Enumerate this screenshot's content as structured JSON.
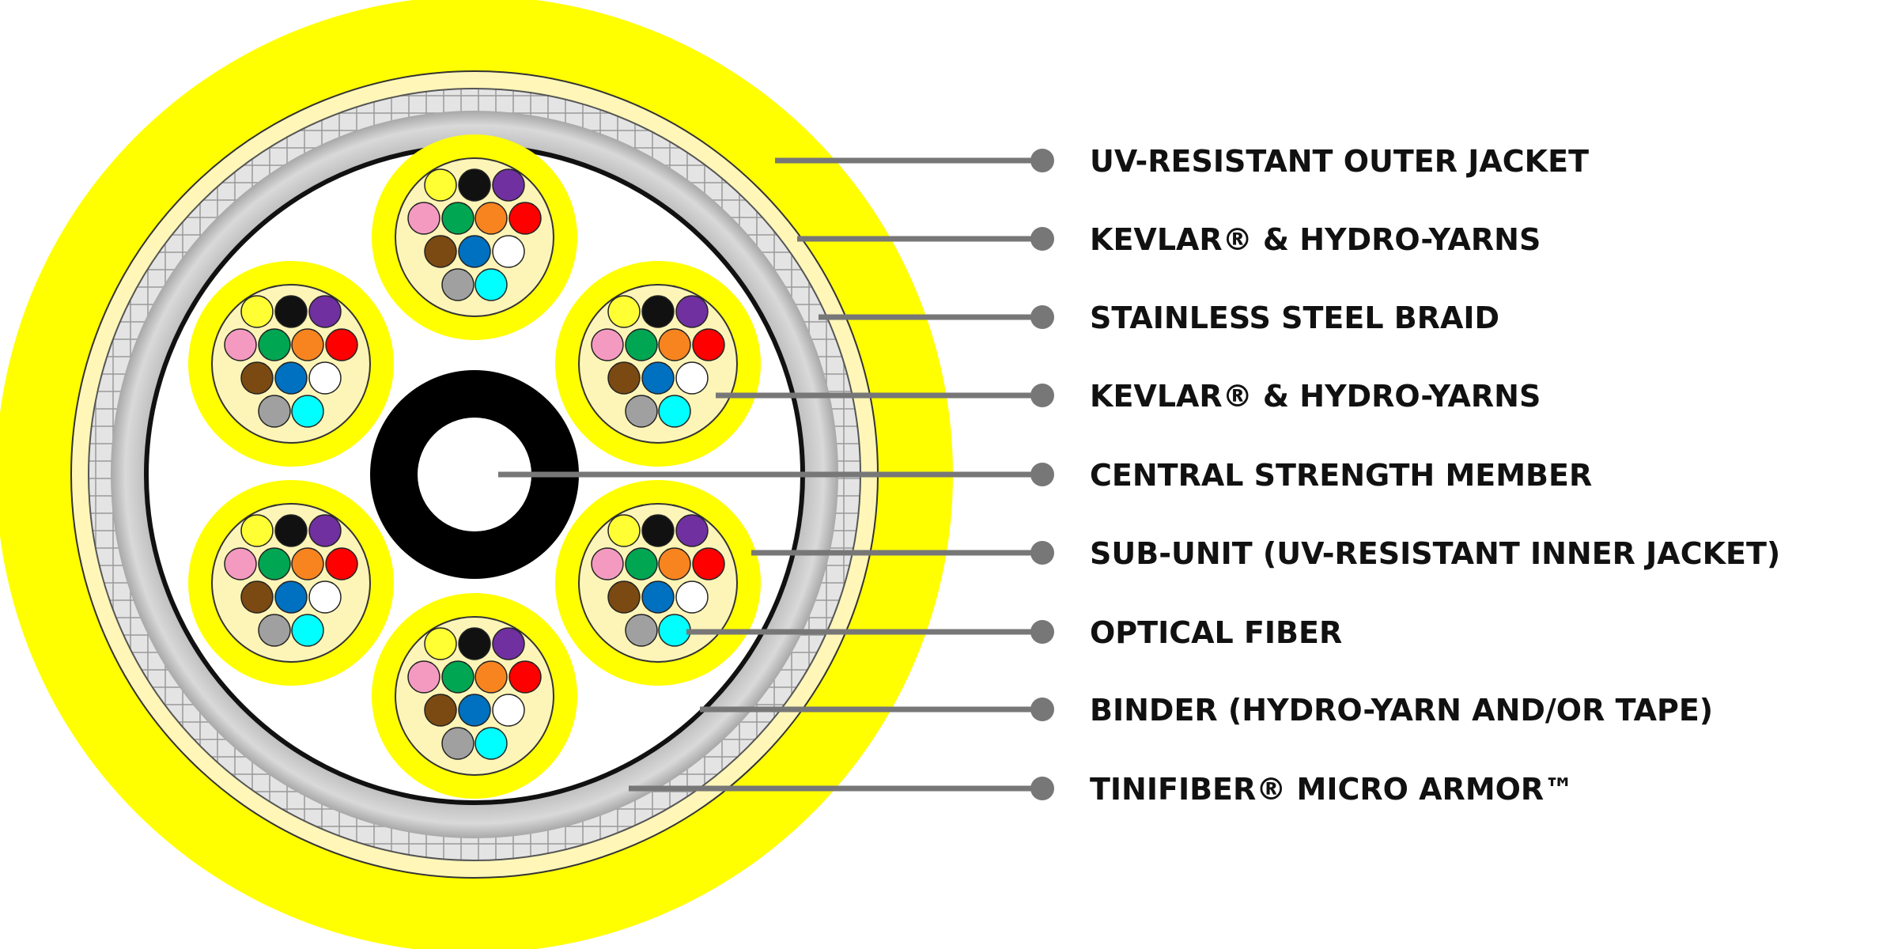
{
  "callouts": [
    {
      "label": "UV-RESISTANT OUTER JACKET"
    },
    {
      "label": "KEVLAR® & HYDRO-YARNS"
    },
    {
      "label": "STAINLESS STEEL BRAID"
    },
    {
      "label": "KEVLAR® & HYDRO-YARNS"
    },
    {
      "label": "CENTRAL STRENGTH MEMBER"
    },
    {
      "label": "SUB-UNIT (UV-RESISTANT INNER JACKET)"
    },
    {
      "label": "OPTICAL FIBER"
    },
    {
      "label": "BINDER (HYDRO-YARN AND/OR TAPE)"
    },
    {
      "label": "TINIFIBER® MICRO ARMOR™"
    }
  ],
  "colors": {
    "outer_jacket": "#ffff00",
    "kevlar_yarn": "#fff6b8",
    "braid": "#d2d2d2",
    "subunit_jacket": "#ffff00",
    "subunit_core": "#fdf5b8",
    "central_member": "#000000",
    "leader_line": "#777777",
    "fibers": [
      "#ffff33",
      "#111111",
      "#7030a0",
      "#f49ac1",
      "#00a651",
      "#f7841f",
      "#ff0000",
      "#7b4a12",
      "#0070c0",
      "#ffffff",
      "#a0a0a0",
      "#00ffff"
    ]
  },
  "subunit_count": 6
}
